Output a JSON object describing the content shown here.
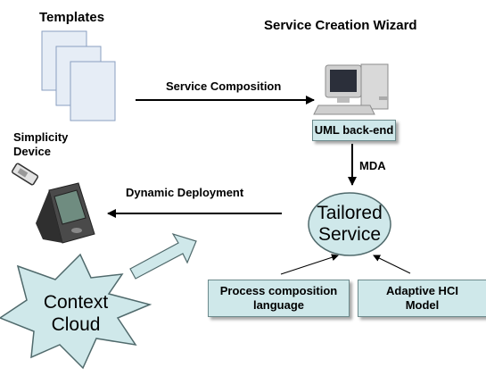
{
  "labels": {
    "templates": "Templates",
    "wizard": "Service Creation Wizard",
    "service_composition": "Service Composition",
    "simplicity_device": "Simplicity\nDevice",
    "mda": "MDA",
    "dynamic_deployment": "Dynamic Deployment"
  },
  "nodes": {
    "uml_backend": "UML back-end",
    "tailored_service": "Tailored\nService",
    "process_language": "Process composition\nlanguage",
    "adaptive_hci": "Adaptive HCI\nModel",
    "context_cloud": "Context\nCloud"
  },
  "colors": {
    "box_fill": "#cfe8ea",
    "ellipse_fill": "#cfe8ea",
    "cloud_fill": "#cfe8ea",
    "page_fill": "#e6edf6"
  }
}
